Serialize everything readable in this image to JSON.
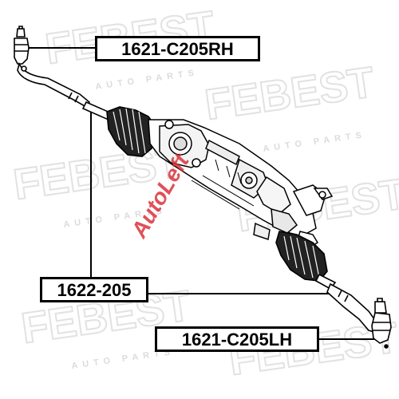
{
  "parts": {
    "tie_rod_end_right": "1621-C205RH",
    "tie_rod": "1622-205",
    "tie_rod_end_left": "1621-C205LH"
  },
  "watermark": {
    "brand": "FEBEST",
    "tagline": "AUTO PARTS",
    "overlay_logo": "AutoLeft",
    "overlay_color": "#d8262e"
  },
  "colors": {
    "line": "#000000",
    "label_border": "#000000",
    "watermark_gray": "#e4e4e4"
  },
  "icons": [
    "steering-rack-icon",
    "tie-rod-end-icon",
    "bellows-boot-icon"
  ]
}
